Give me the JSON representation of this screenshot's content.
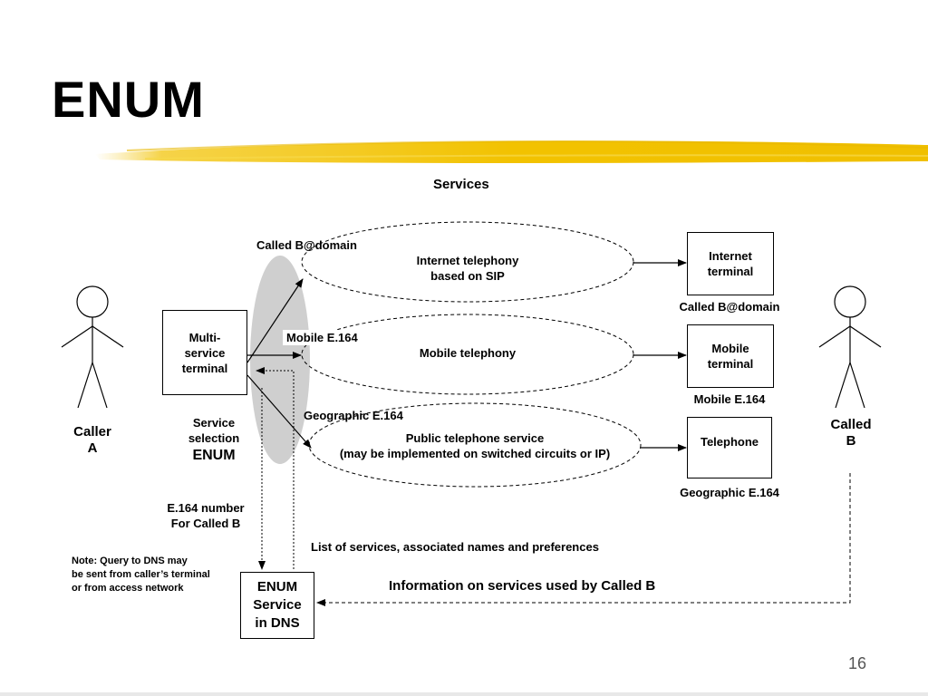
{
  "slide": {
    "title": "ENUM",
    "page_number": "16",
    "accent_color": "#f2c200"
  },
  "diagram": {
    "services_heading": "Services",
    "caller": {
      "line1": "Caller",
      "line2": "A"
    },
    "called": {
      "line1": "Called",
      "line2": "B"
    },
    "terminal": {
      "line1": "Multi-",
      "line2": "service",
      "line3": "terminal"
    },
    "service_selection": {
      "line1": "Service",
      "line2": "selection",
      "line3": "ENUM"
    },
    "e164_query": {
      "line1": "E.164 number",
      "line2": "For Called B"
    },
    "note": {
      "line1": "Note: Query to DNS may",
      "line2": "be sent from caller’s terminal",
      "line3": "or from access network"
    },
    "enum_dns": {
      "line1": "ENUM",
      "line2": "Service",
      "line3": "in DNS"
    },
    "services": [
      {
        "selector_label": "Called B@domain",
        "name_line1": "Internet telephony",
        "name_line2": "based on SIP",
        "target_line1": "Internet",
        "target_line2": "terminal",
        "target_address": "Called B@domain"
      },
      {
        "selector_label": "Mobile E.164",
        "name_line1": "Mobile telephony",
        "name_line2": "",
        "target_line1": "Mobile",
        "target_line2": "terminal",
        "target_address": "Mobile E.164"
      },
      {
        "selector_label": "Geographic E.164",
        "name_line1": "Public telephone service",
        "name_line2": "(may be implemented on switched circuits or IP)",
        "target_line1": "Telephone",
        "target_line2": "",
        "target_address": "Geographic E.164"
      }
    ],
    "dns_response_label": "List of services, associated names and preferences",
    "called_info_label": "Information on services used by Called B"
  }
}
